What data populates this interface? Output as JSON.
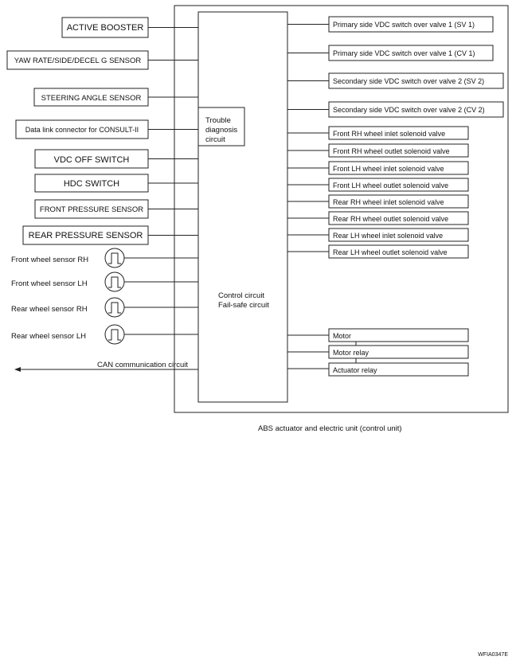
{
  "inputs": [
    {
      "label": "ACTIVE BOOSTER"
    },
    {
      "label": "YAW RATE/SIDE/DECEL G SENSOR"
    },
    {
      "label": "STEERING ANGLE SENSOR"
    },
    {
      "label": "Data link connector for CONSULT-II"
    },
    {
      "label": "VDC OFF SWITCH"
    },
    {
      "label": "HDC SWITCH"
    },
    {
      "label": "FRONT PRESSURE SENSOR"
    },
    {
      "label": "REAR PRESSURE SENSOR"
    }
  ],
  "wheel_sensors": [
    {
      "label": "Front  wheel sensor RH"
    },
    {
      "label": "Front wheel sensor  LH"
    },
    {
      "label": "Rear  wheel sensor RH"
    },
    {
      "label": "Rear wheel sensor  LH"
    }
  ],
  "can_label": "CAN communication circuit",
  "trouble_diagnosis": [
    "Trouble",
    "diagnosis",
    "circuit"
  ],
  "control_circuit": [
    "Control circuit",
    "Fail-safe circuit"
  ],
  "outputs_valves": [
    {
      "label": "Primary side VDC switch over valve 1 (SV 1)"
    },
    {
      "label": "Primary side VDC switch over valve 1 (CV 1)"
    },
    {
      "label": "Secondary side VDC switch over valve 2 (SV 2)"
    },
    {
      "label": "Secondary side VDC switch over valve 2 (CV 2)"
    },
    {
      "label": "Front RH wheel inlet solenoid valve"
    },
    {
      "label": "Front RH wheel outlet solenoid valve"
    },
    {
      "label": "Front LH wheel inlet solenoid valve"
    },
    {
      "label": "Front LH wheel outlet solenoid valve"
    },
    {
      "label": "Rear RH wheel inlet solenoid valve"
    },
    {
      "label": "Rear RH wheel outlet solenoid valve"
    },
    {
      "label": "Rear LH wheel inlet solenoid valve"
    },
    {
      "label": "Rear LH wheel outlet solenoid valve"
    }
  ],
  "outputs_actuators": [
    {
      "label": "Motor"
    },
    {
      "label": "Motor relay"
    },
    {
      "label": "Actuator relay"
    }
  ],
  "unit_caption": "ABS actuator and electric unit (control unit)",
  "figure_code": "WFIA0347E"
}
